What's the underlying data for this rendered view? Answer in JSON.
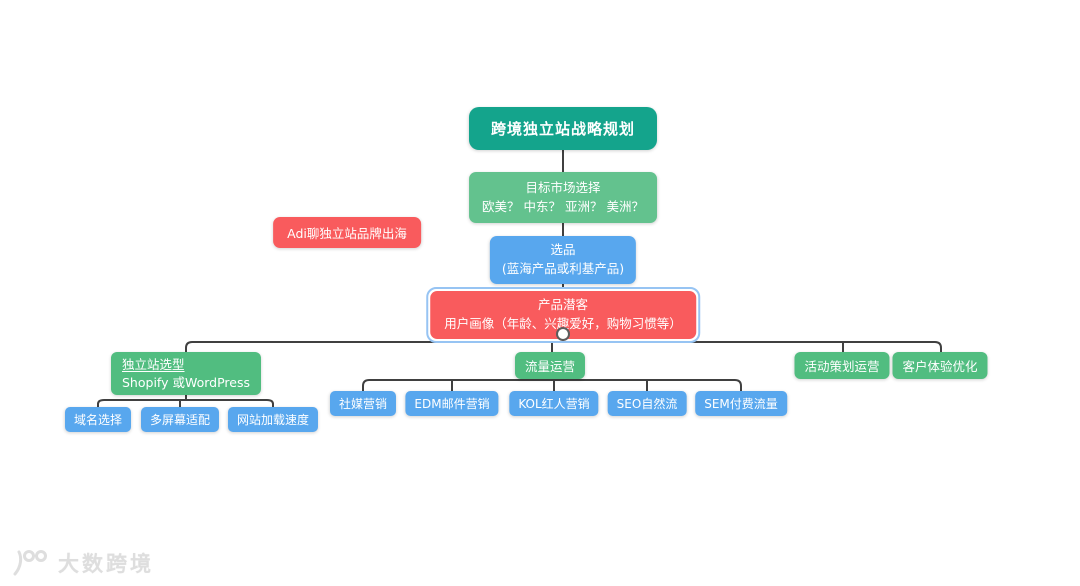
{
  "colors": {
    "teal": "#14a48c",
    "greenLight": "#63c28e",
    "green": "#51bd80",
    "blue": "#58a7ee",
    "red": "#f95b5d",
    "selection": "#97c4f3",
    "line": "#404040",
    "watermark": "#dedede"
  },
  "nodes": {
    "root": {
      "label": "跨境独立站战略规划"
    },
    "market": {
      "line1": "目标市场选择",
      "line2": "欧美？ 中东？ 亚洲？ 美洲？"
    },
    "product": {
      "line1": "选品",
      "line2": "(蓝海产品或利基产品)"
    },
    "persona": {
      "line1": "产品潜客",
      "line2": "用户画像（年龄、兴趣爱好，购物习惯等）"
    },
    "floating": {
      "label": "Adi聊独立站品牌出海"
    },
    "branches": {
      "site": {
        "line1": "独立站选型",
        "line2": "Shopify 或WordPress",
        "children": [
          {
            "label": "域名选择"
          },
          {
            "label": "多屏幕适配"
          },
          {
            "label": "网站加载速度"
          }
        ]
      },
      "traffic": {
        "label": "流量运营",
        "children": [
          {
            "label": "社媒营销"
          },
          {
            "label": "EDM邮件营销"
          },
          {
            "label": "KOL红人营销"
          },
          {
            "label": "SEO自然流"
          },
          {
            "label": "SEM付费流量"
          }
        ]
      },
      "campaign": {
        "label": "活动策划运营"
      },
      "experience": {
        "label": "客户体验优化"
      }
    }
  },
  "watermark": {
    "text": "大数跨境"
  }
}
